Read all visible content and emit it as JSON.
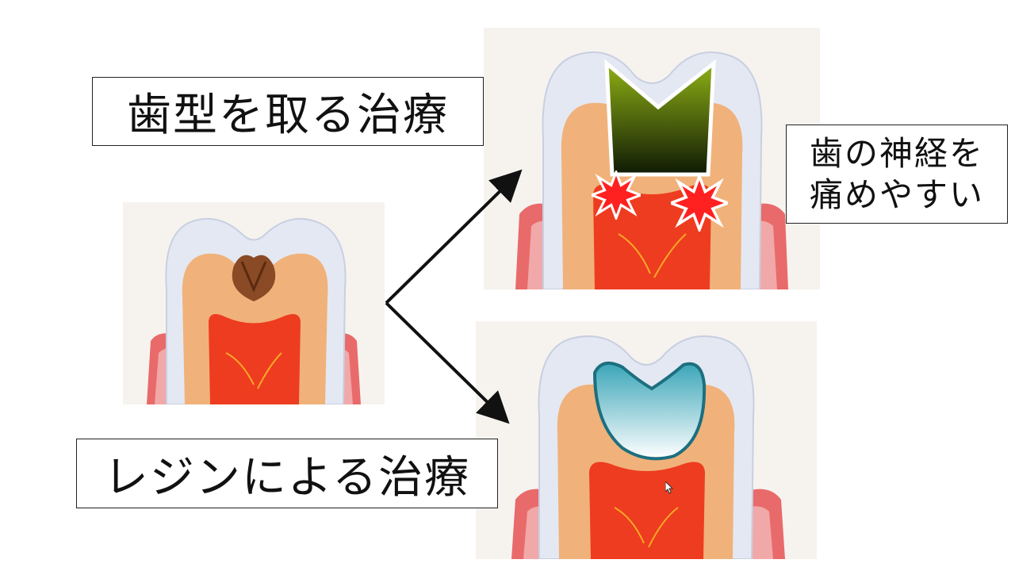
{
  "labels": {
    "impression_treatment": "歯型を取る治療",
    "resin_treatment": "レジンによる治療",
    "nerve_pain_line1": "歯の神経を",
    "nerve_pain_line2": "痛めやすい"
  },
  "icons": [
    "arrow-icon",
    "pain-burst-icon",
    "cursor-icon"
  ],
  "colors": {
    "enamel": "#e4e8f3",
    "dentin": "#f0b27a",
    "pulp": "#ee3c20",
    "gum": "#e96a6a",
    "decay": "#8a4a25",
    "inlay_top": "#8fb015",
    "inlay_bottom": "#0f1a05",
    "resin_top": "#3aa5b8",
    "resin_bottom": "#ffffff",
    "burst": "#ff2020"
  }
}
